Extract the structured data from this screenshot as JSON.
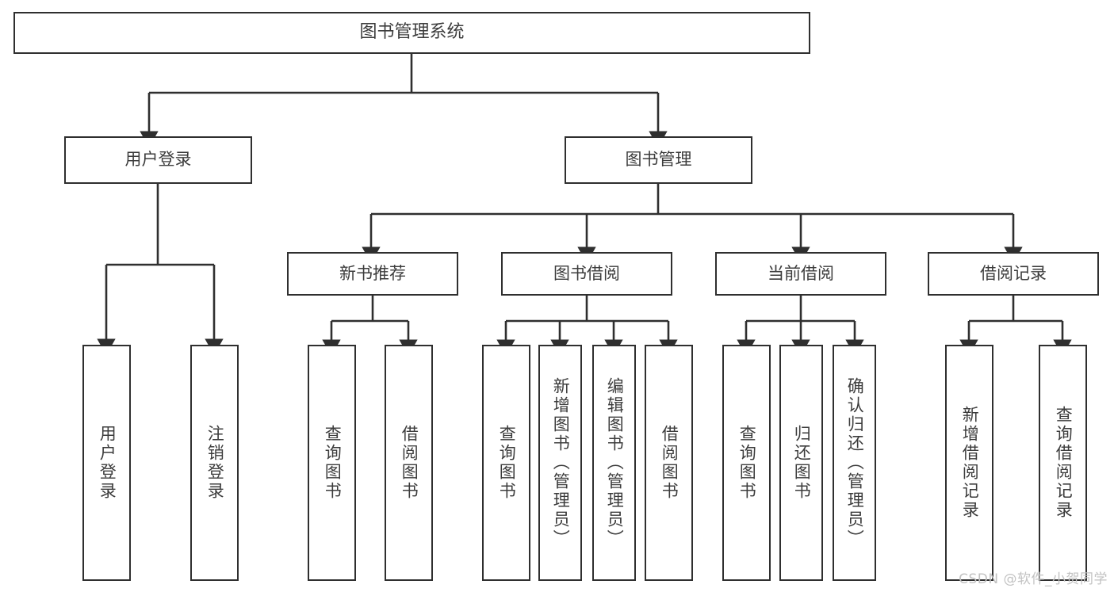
{
  "diagram": {
    "title": "图书管理系统",
    "root": {
      "label": "图书管理系统"
    },
    "level1": [
      {
        "label": "用户登录"
      },
      {
        "label": "图书管理"
      }
    ],
    "level2": [
      {
        "label": "新书推荐"
      },
      {
        "label": "图书借阅"
      },
      {
        "label": "当前借阅"
      },
      {
        "label": "借阅记录"
      }
    ],
    "leaves": {
      "user_login": [
        {
          "label": "用户登录"
        },
        {
          "label": "注销登录"
        }
      ],
      "new_book_recommend": [
        {
          "label": "查询图书"
        },
        {
          "label": "借阅图书"
        }
      ],
      "book_borrow": [
        {
          "label": "查询图书"
        },
        {
          "label": "新增图书（管理员）"
        },
        {
          "label": "编辑图书（管理员）"
        },
        {
          "label": "借阅图书"
        }
      ],
      "current_borrow": [
        {
          "label": "查询图书"
        },
        {
          "label": "归还图书"
        },
        {
          "label": "确认归还（管理员）"
        }
      ],
      "borrow_record": [
        {
          "label": "新增借阅记录"
        },
        {
          "label": "查询借阅记录"
        }
      ]
    }
  },
  "watermark": {
    "text": "CSDN @软件_小贺同学"
  },
  "colors": {
    "stroke": "#2f2f2f",
    "text": "#3c3c3c",
    "background": "#ffffff",
    "watermark": "#c2c2c2"
  }
}
